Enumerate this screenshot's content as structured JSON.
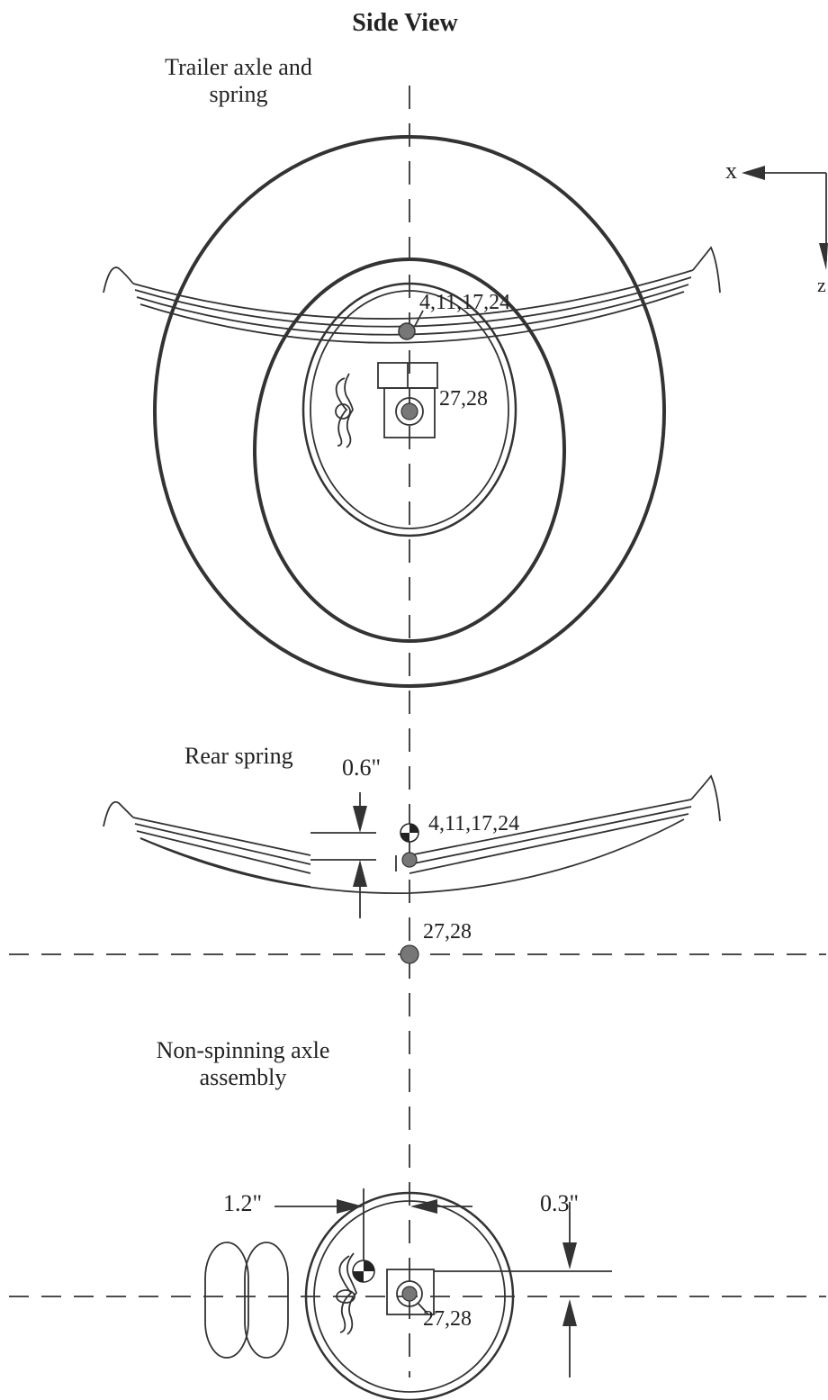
{
  "title": "Side View",
  "labels": {
    "trailer_axle_line1": "Trailer axle and",
    "trailer_axle_line2": "spring",
    "rear_spring": "Rear spring",
    "non_spinning_line1": "Non-spinning axle",
    "non_spinning_line2": "assembly",
    "axis_x": "x",
    "axis_z": "z"
  },
  "callouts": {
    "top_spring_nodes": "4,11,17,24",
    "top_axle_nodes": "27,28",
    "rear_spring_nodes": "4,11,17,24",
    "rear_axle_nodes": "27,28",
    "bottom_axle_nodes": "27,28"
  },
  "dimensions": {
    "spring_offset": "0.6\"",
    "horizontal_offset": "1.2\"",
    "vertical_offset": "0.3\""
  },
  "colors": {
    "line": "#333333",
    "node_fill": "#777777",
    "cg_dark": "#222222",
    "background": "#ffffff"
  }
}
